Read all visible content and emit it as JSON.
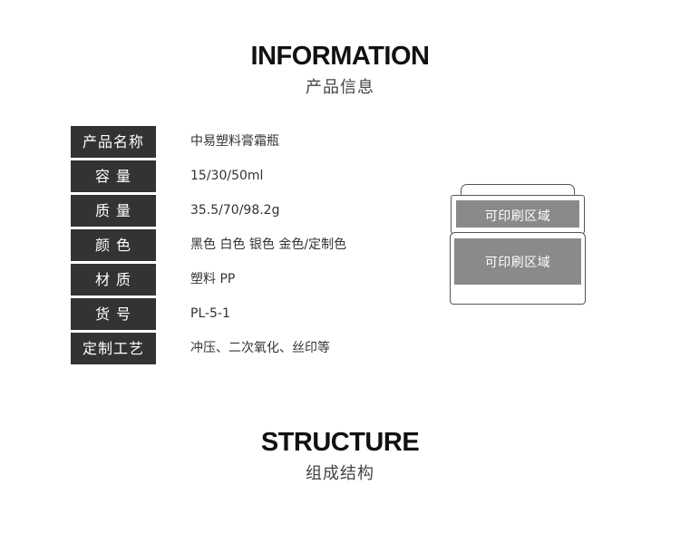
{
  "info_section": {
    "title_en": "INFORMATION",
    "title_cn": "产品信息"
  },
  "specs": [
    {
      "label": "产品名称",
      "value": "中易塑料膏霜瓶"
    },
    {
      "label": "容 量",
      "value": "15/30/50ml"
    },
    {
      "label": "质 量",
      "value": "35.5/70/98.2g"
    },
    {
      "label": "颜 色",
      "value": "黑色 白色 银色 金色/定制色"
    },
    {
      "label": "材 质",
      "value": "塑料 PP"
    },
    {
      "label": "货 号",
      "value": "PL-5-1"
    },
    {
      "label": "定制工艺",
      "value": "冲压、二次氧化、丝印等"
    }
  ],
  "diagram": {
    "top_band_label": "可印刷区域",
    "bottom_band_label": "可印刷区域"
  },
  "structure_section": {
    "title_en": "STRUCTURE",
    "title_cn": "组成结构"
  },
  "colors": {
    "label_bg": "#333333",
    "print_area": "#8a8a8a",
    "outline": "#555555"
  }
}
